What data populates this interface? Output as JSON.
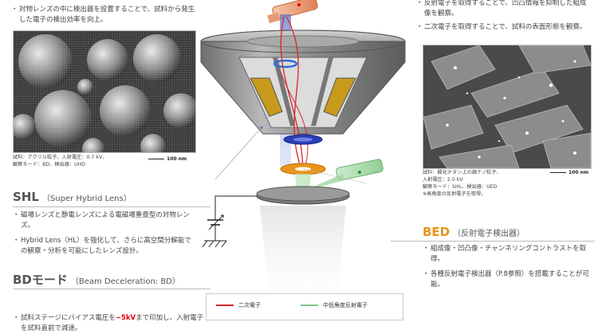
{
  "left": {
    "top_bullet_partial": "",
    "top_bullet": "対物レンズの中に検出器を設置することで、試料から発生した電子の検出効率を向上。",
    "sem_caption_line1": "試料：アクリル粒子、入射電圧：0.7 kV、",
    "sem_caption_line2": "観察モード：BD、検出器：UHD",
    "sem_scale": "100 nm",
    "shl": {
      "title": "SHL",
      "subtitle": "（Super Hybrid Lens）",
      "bullets": [
        "磁場レンズと静電レンズによる電磁場重畳型の対物レンズ。",
        "Hybrid Lens（HL）を強化して、さらに高空間分解能での観察・分析を可能にしたレンズ設計。"
      ]
    },
    "bd": {
      "title": "BDモード",
      "subtitle": "（Beam Deceleration: BD）",
      "bullet1_pre": "試料ステージにバイアス電圧を",
      "bullet1_value": "−5kV",
      "bullet1_post": "まで印加し、入射電子を試料直前で減速。"
    }
  },
  "right": {
    "top_bullet1": "反射電子を取得することで、凹凸情報を抑制した組成像を観察。",
    "top_bullet2": "二次電子を取得することで、試料の表面形態を観察。",
    "sem_caption_line1": "試料：酸化チタン上の銀ナノ粒子、",
    "sem_caption_line2": "入射電圧：2.0 kV",
    "sem_caption_line3": "観察モード：SHL、検出器：UED",
    "sem_caption_line4": "※高角度の反射電子を取得。",
    "sem_scale": "100 nm",
    "bed": {
      "title": "BED",
      "subtitle": "（反射電子検出器）",
      "bullets": [
        "組成像・凹凸像・チャンネリングコントラストを取得。",
        "各種反射電子検出器（P.8参照）を搭載することが可能。"
      ]
    }
  },
  "legend": {
    "items": [
      {
        "label": "二次電子",
        "color": "#d8242c"
      },
      {
        "label": "中低角度反射電子",
        "color": "#7cc687"
      }
    ]
  },
  "colors": {
    "accent_orange": "#e8941a",
    "accent_red": "#e60012",
    "beam_red": "#d8242c",
    "beam_green": "#7cc687",
    "lens_gray": "#9a9a9a"
  }
}
